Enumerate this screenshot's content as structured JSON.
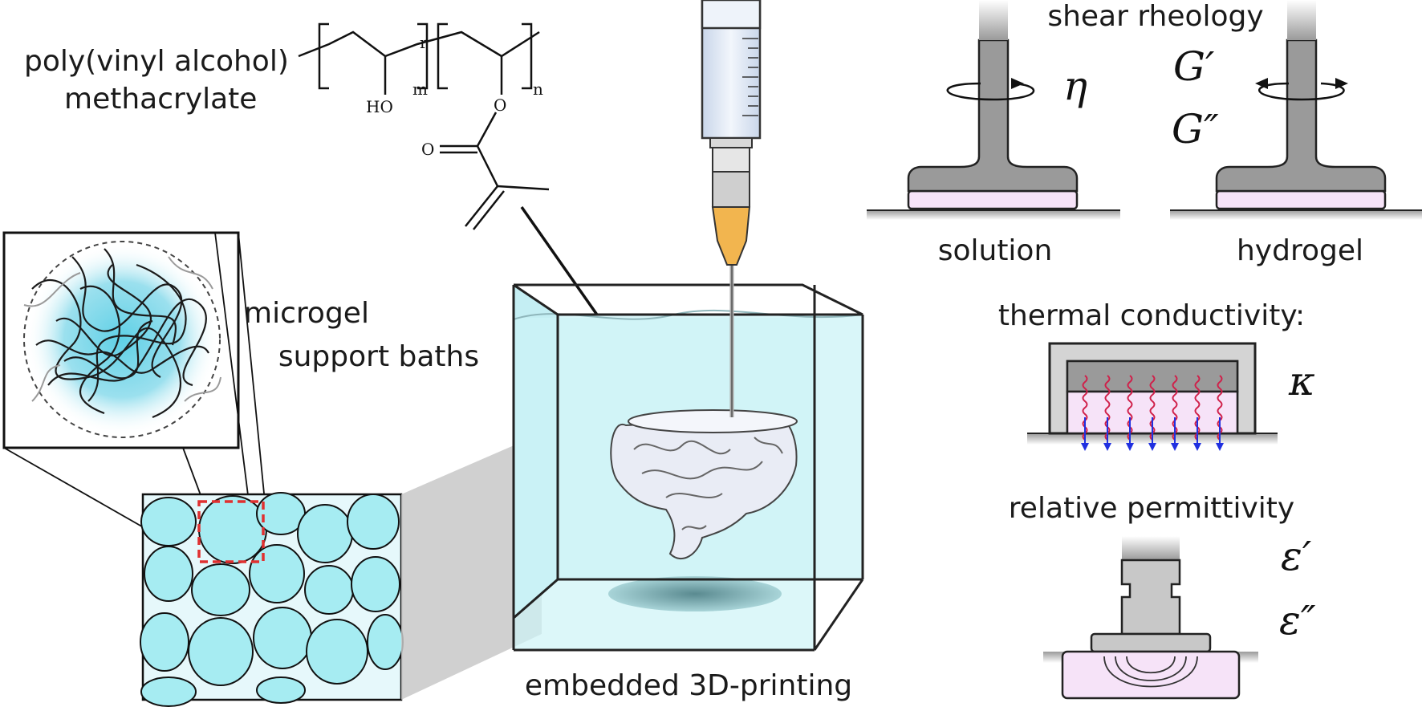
{
  "labels": {
    "polymer_line1": "poly(vinyl alcohol)",
    "polymer_line2": "methacrylate",
    "microgel_line1": "microgel",
    "microgel_line2": "support baths",
    "printing": "embedded 3D-printing",
    "shear_title": "shear rheology",
    "solution": "solution",
    "hydrogel": "hydrogel",
    "thermal_title": "thermal conductivity:",
    "permittivity_title": "relative permittivity"
  },
  "chemistry": {
    "sub_r": "r",
    "sub_m": "m",
    "sub_n": "n",
    "hydroxyl": "HO",
    "ester_O": "O",
    "carbonyl_O": "O"
  },
  "symbols": {
    "viscosity": "η",
    "storage_modulus": "G′",
    "loss_modulus": "G″",
    "thermal_conductivity": "κ",
    "permittivity_real": "ε′",
    "permittivity_imag": "ε″"
  },
  "colors": {
    "gel_fill": "#a6ecf2",
    "bath_fill": "#d9f6f9",
    "sample_pink": "#f6e3f8",
    "needle_orange": "#f2b54f",
    "stage_gray": "#c8c8c8",
    "tool_gray": "#9a9a9a",
    "highlight_red": "#e03030",
    "heat_red": "#d0204a",
    "heat_blue": "#2030e0"
  }
}
